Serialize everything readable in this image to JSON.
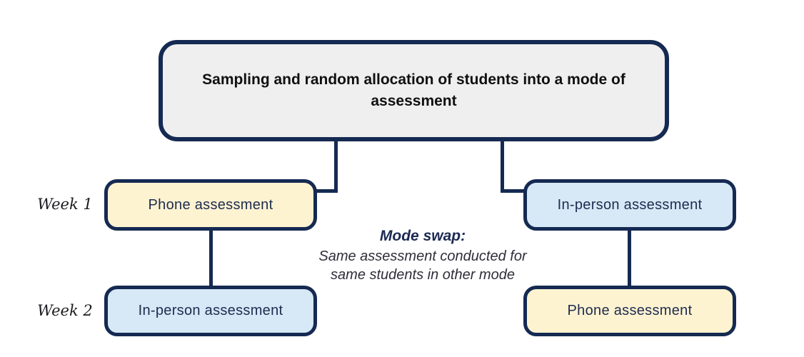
{
  "diagram": {
    "title": "Sampling and random allocation of students into a mode of assessment",
    "rows": [
      {
        "label": "Week 1",
        "left_box": "Phone assessment",
        "right_box": "In-person assessment"
      },
      {
        "label": "Week 2",
        "left_box": "In-person assessment",
        "right_box": "Phone assessment"
      }
    ],
    "annotation": {
      "heading": "Mode swap:",
      "body_line1": "Same assessment conducted for",
      "body_line2": "same students in other mode"
    },
    "colors": {
      "border_navy": "#152a52",
      "fill_gray": "#efefef",
      "fill_yellow": "#fdf3d1",
      "fill_blue": "#d7e8f6",
      "box_text": "#1e2b4f",
      "title_color": "#101012",
      "week_label": "#1c1c20",
      "annotation_heading": "#1b2a52",
      "annotation_body": "#2f2e3a"
    }
  }
}
